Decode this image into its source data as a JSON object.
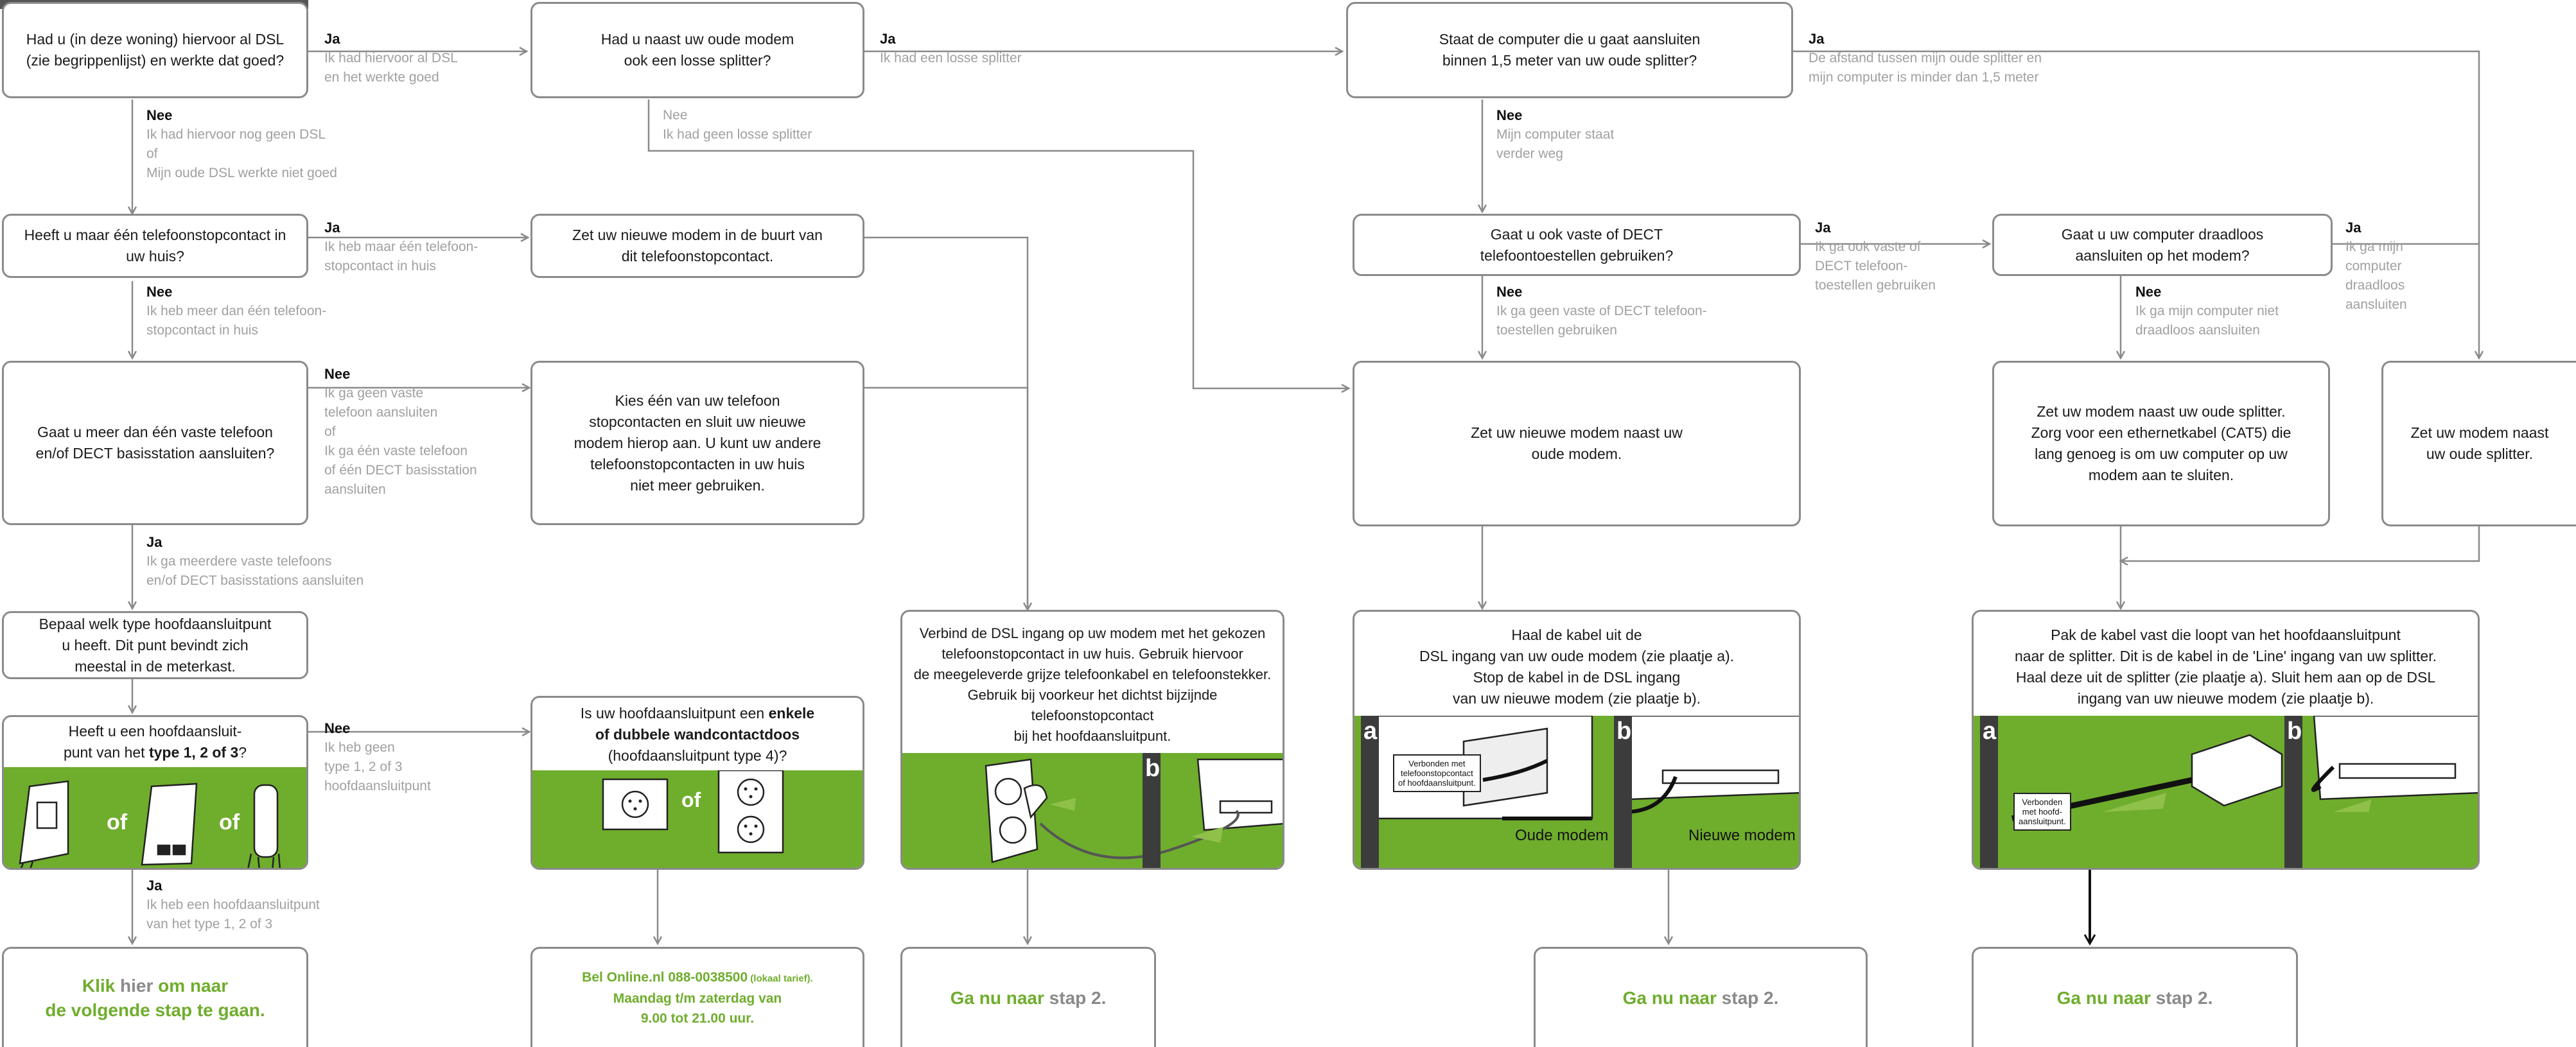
{
  "q1": {
    "line1": "Had u (in deze woning) hiervoor al DSL",
    "line2": "(zie begrippenlijst) en werkte dat goed?"
  },
  "q1_ja": {
    "title": "Ja",
    "l1": "Ik had hiervoor al DSL",
    "l2": "en het werkte goed"
  },
  "q1_nee": {
    "title": "Nee",
    "l1": "Ik had hiervoor nog geen DSL",
    "l2": "of",
    "l3": "Mijn oude DSL werkte niet goed"
  },
  "q2": {
    "line1": "Had u naast uw oude modem",
    "line2": "ook een losse splitter?"
  },
  "q2_ja": {
    "title": "Ja",
    "l1": "Ik had een losse splitter"
  },
  "q2_nee": {
    "title": "Nee",
    "l1": "Ik had geen losse splitter"
  },
  "q3": {
    "line1": "Staat de computer die u gaat aansluiten",
    "line2": "binnen 1,5 meter van uw oude splitter?"
  },
  "q3_ja": {
    "title": "Ja",
    "l1": "De afstand tussen mijn oude splitter en",
    "l2": "mijn computer is minder dan 1,5 meter"
  },
  "q3_nee": {
    "title": "Nee",
    "l1": "Mijn computer staat",
    "l2": "verder weg"
  },
  "q4": {
    "line1": "Heeft u maar één telefoonstopcontact in",
    "line2": "uw huis?"
  },
  "q4_ja": {
    "title": "Ja",
    "l1": "Ik heb maar één telefoon-",
    "l2": "stopcontact in huis"
  },
  "q4_nee": {
    "title": "Nee",
    "l1": "Ik heb meer dan één telefoon-",
    "l2": "stopcontact in huis"
  },
  "a1": {
    "line1": "Zet uw nieuwe modem in de buurt van",
    "line2": "dit telefoonstopcontact."
  },
  "q5": {
    "line1": "Gaat u ook vaste of DECT",
    "line2": "telefoontoestellen gebruiken?"
  },
  "q5_ja": {
    "title": "Ja",
    "l1": "Ik ga ook vaste of",
    "l2": "DECT telefoon-",
    "l3": "toestellen gebruiken"
  },
  "q5_nee": {
    "title": "Nee",
    "l1": "Ik ga geen vaste of DECT telefoon-",
    "l2": "toestellen gebruiken"
  },
  "q6": {
    "line1": "Gaat u uw computer draadloos",
    "line2": "aansluiten op het modem?"
  },
  "q6_ja": {
    "title": "Ja",
    "l1": "Ik ga mijn",
    "l2": "computer",
    "l3": "draadloos",
    "l4": "aansluiten"
  },
  "q6_nee": {
    "title": "Nee",
    "l1": "Ik ga mijn computer niet",
    "l2": "draadloos aansluiten"
  },
  "q7": {
    "line1": "Gaat u meer dan één vaste telefoon",
    "line2": "en/of DECT basisstation aansluiten?"
  },
  "q7_nee": {
    "title": "Nee",
    "l1": "Ik ga geen vaste",
    "l2": "telefoon aansluiten",
    "l3": "of",
    "l4": "Ik ga één vaste telefoon",
    "l5": "of één DECT basisstation",
    "l6": "aansluiten"
  },
  "q7_ja": {
    "title": "Ja",
    "l1": "Ik ga meerdere vaste telefoons",
    "l2": "en/of DECT basisstations aansluiten"
  },
  "a2": {
    "line1": "Kies één van uw telefoon",
    "line2": "stopcontacten en sluit uw nieuwe",
    "line3": "modem hierop aan. U kunt uw andere",
    "line4": "telefoonstopcontacten in uw huis",
    "line5": "niet meer gebruiken."
  },
  "a3": {
    "line1": "Zet uw nieuwe modem naast uw",
    "line2": "oude modem."
  },
  "a4": {
    "line1": "Zet uw modem naast uw oude splitter.",
    "line2": "Zorg voor een ethernetkabel (CAT5) die",
    "line3": "lang genoeg is om uw computer op uw",
    "line4": "modem aan te sluiten."
  },
  "a5": {
    "line1": "Zet uw modem naast",
    "line2": "uw oude splitter."
  },
  "a6": {
    "line1": "Bepaal welk type hoofdaansluitpunt",
    "line2": "u heeft. Dit punt bevindt zich",
    "line3": "meestal in de meterkast."
  },
  "q8": {
    "line1": "Heeft u een hoofdaansluit-",
    "line2a": "punt van het ",
    "line2b": "type 1, 2 of 3",
    "line2c": "?",
    "of": "of"
  },
  "q8_nee": {
    "title": "Nee",
    "l1": "Ik heb geen",
    "l2": "type 1, 2 of 3",
    "l3": "hoofdaansluitpunt"
  },
  "q8_ja": {
    "title": "Ja",
    "l1": "Ik heb een hoofdaansluitpunt",
    "l2": "van het type 1, 2 of 3"
  },
  "q9": {
    "line1a": "Is uw hoofdaansluitpunt een ",
    "line1b": "enkele",
    "line2": "of dubbele wandcontactdoos",
    "line3": "(hoofdaansluitpunt type 4)?",
    "of": "of"
  },
  "s1": {
    "line1": "Verbind de DSL ingang op uw modem met het gekozen",
    "line2": "telefoonstopcontact in uw huis. Gebruik hiervoor",
    "line3": "de meegeleverde grijze telefoonkabel en telefoonstekker.",
    "line4": "Gebruik bij voorkeur het dichtst bijzijnde telefoonstopcontact",
    "line5": "bij het hoofdaansluitpunt.",
    "tag_b": "b"
  },
  "s2": {
    "line1": "Haal de kabel uit de",
    "line2": "DSL ingang van uw oude modem (zie plaatje a).",
    "line3": "Stop de kabel in de DSL ingang",
    "line4": "van uw nieuwe modem (zie plaatje b).",
    "tag_a": "a",
    "tag_b": "b",
    "note1": "Verbonden met",
    "note2": "telefoonstopcontact",
    "note3": "of hoofdaansluitpunt.",
    "cap_old": "Oude modem",
    "cap_new": "Nieuwe modem"
  },
  "s3": {
    "line1": "Pak de kabel vast die loopt van het hoofdaansluitpunt",
    "line2": "naar de splitter. Dit is de kabel in de 'Line' ingang van uw splitter.",
    "line3": "Haal deze uit de splitter (zie plaatje a). Sluit hem aan op de DSL",
    "line4": "ingang van uw nieuwe modem (zie plaatje b).",
    "tag_a": "a",
    "tag_b": "b",
    "note1": "Verbonden",
    "note2": "met hoofd-",
    "note3": "aansluitpunt."
  },
  "cta1": {
    "klik": "Klik",
    "hier": " hier ",
    "rest1": "om naar",
    "line2": "de volgende stap te gaan."
  },
  "cta2": {
    "line1": "Bel Online.nl 088-0038500",
    "small": " (lokaal tarief).",
    "line2": "Maandag t/m zaterdag van",
    "line3": "9.00 tot 21.00 uur."
  },
  "cta3": {
    "ga": "Ga nu naar ",
    "stap": "stap 2."
  },
  "cta4": {
    "ga": "Ga nu naar ",
    "stap": "stap 2."
  },
  "cta5": {
    "ga": "Ga nu naar ",
    "stap": "stap 2."
  },
  "colors": {
    "green": "#6fad2d",
    "border": "#8a8a8a",
    "muted": "#a0a0a0"
  }
}
